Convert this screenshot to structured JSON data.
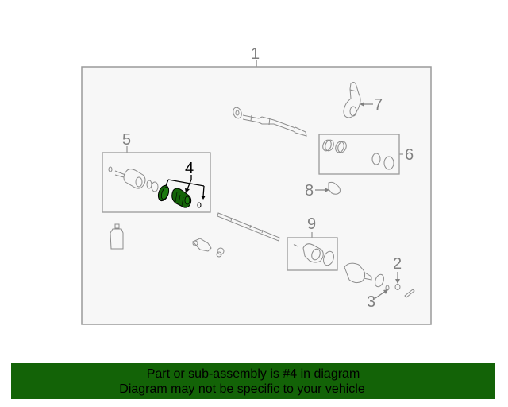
{
  "diagram": {
    "callouts": [
      {
        "id": "1",
        "label": "1"
      },
      {
        "id": "2",
        "label": "2"
      },
      {
        "id": "3",
        "label": "3"
      },
      {
        "id": "4",
        "label": "4",
        "highlighted": true
      },
      {
        "id": "5",
        "label": "5"
      },
      {
        "id": "6",
        "label": "6"
      },
      {
        "id": "7",
        "label": "7"
      },
      {
        "id": "8",
        "label": "8"
      },
      {
        "id": "9",
        "label": "9"
      }
    ],
    "highlight_color": "#136307",
    "line_color": "#808080",
    "box_fill": "#f7f7f7"
  },
  "banner": {
    "line1": "Part or sub-assembly is #4 in diagram",
    "line2": "Diagram may not be specific to your vehicle",
    "background": "#136307"
  }
}
